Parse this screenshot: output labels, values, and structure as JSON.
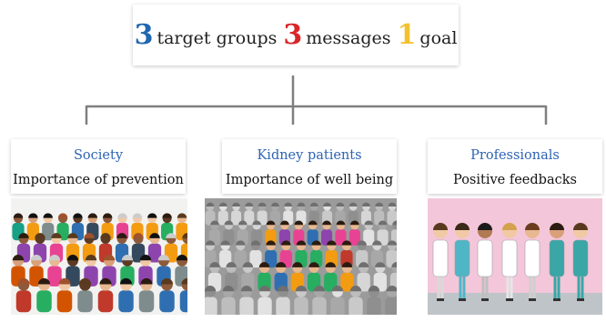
{
  "title": {
    "n1": "3",
    "w1": "target groups",
    "n2": "3",
    "w2": "messages",
    "n3": "1",
    "w3": "goal",
    "colors": {
      "n1": "#1f67b1",
      "n2": "#d9252a",
      "n3": "#f2c12e"
    }
  },
  "groups": [
    {
      "title": "Society",
      "message": "Importance of prevention",
      "image": "crowd-illustration"
    },
    {
      "title": "Kidney patients",
      "message": "Importance of well being",
      "image": "grey-crowd-with-colored-center-illustration"
    },
    {
      "title": "Professionals",
      "message": "Positive feedbacks",
      "image": "medical-staff-illustration"
    }
  ],
  "colors": {
    "accent_text": "#2e63b3",
    "connector": "#7f7f7f",
    "professionals_background": "#f4c6d9"
  }
}
